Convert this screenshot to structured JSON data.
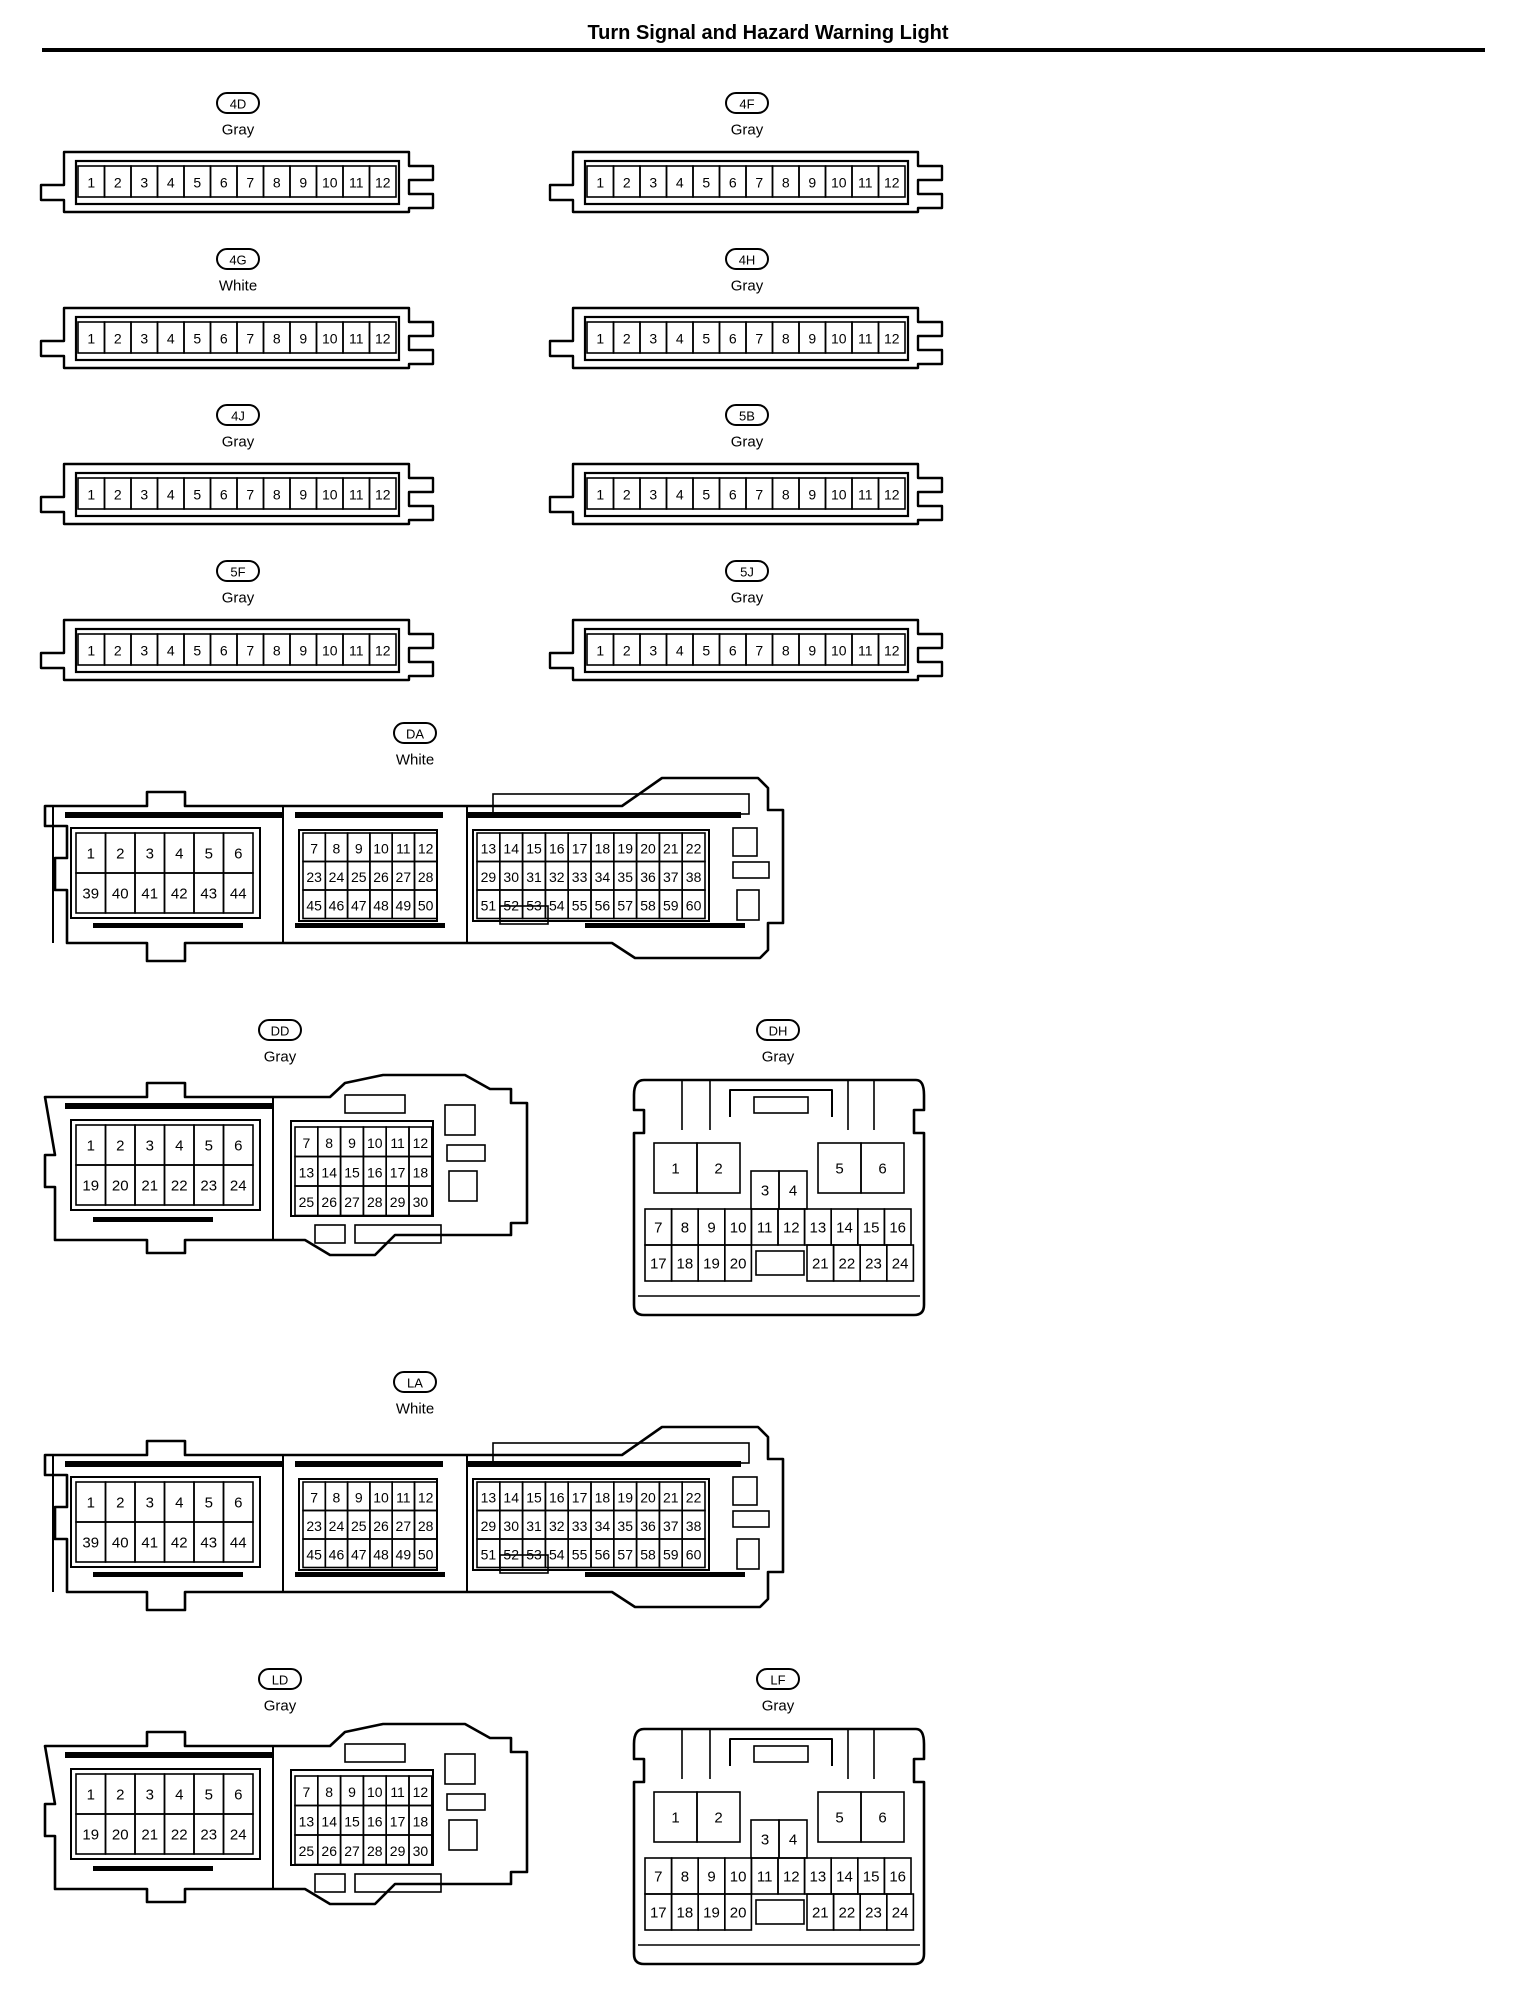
{
  "page": {
    "title": "Turn Signal and Hazard Warning Light"
  },
  "colors": {
    "line": "#000000",
    "background": "#ffffff"
  },
  "connectors": [
    {
      "id": "4D",
      "color": "Gray",
      "type": "strip12",
      "pins": [
        "1",
        "2",
        "3",
        "4",
        "5",
        "6",
        "7",
        "8",
        "9",
        "10",
        "11",
        "12"
      ]
    },
    {
      "id": "4F",
      "color": "Gray",
      "type": "strip12",
      "pins": [
        "1",
        "2",
        "3",
        "4",
        "5",
        "6",
        "7",
        "8",
        "9",
        "10",
        "11",
        "12"
      ]
    },
    {
      "id": "4G",
      "color": "White",
      "type": "strip12",
      "pins": [
        "1",
        "2",
        "3",
        "4",
        "5",
        "6",
        "7",
        "8",
        "9",
        "10",
        "11",
        "12"
      ]
    },
    {
      "id": "4H",
      "color": "Gray",
      "type": "strip12",
      "pins": [
        "1",
        "2",
        "3",
        "4",
        "5",
        "6",
        "7",
        "8",
        "9",
        "10",
        "11",
        "12"
      ]
    },
    {
      "id": "4J",
      "color": "Gray",
      "type": "strip12",
      "pins": [
        "1",
        "2",
        "3",
        "4",
        "5",
        "6",
        "7",
        "8",
        "9",
        "10",
        "11",
        "12"
      ]
    },
    {
      "id": "5B",
      "color": "Gray",
      "type": "strip12",
      "pins": [
        "1",
        "2",
        "3",
        "4",
        "5",
        "6",
        "7",
        "8",
        "9",
        "10",
        "11",
        "12"
      ]
    },
    {
      "id": "5F",
      "color": "Gray",
      "type": "strip12",
      "pins": [
        "1",
        "2",
        "3",
        "4",
        "5",
        "6",
        "7",
        "8",
        "9",
        "10",
        "11",
        "12"
      ]
    },
    {
      "id": "5J",
      "color": "Gray",
      "type": "strip12",
      "pins": [
        "1",
        "2",
        "3",
        "4",
        "5",
        "6",
        "7",
        "8",
        "9",
        "10",
        "11",
        "12"
      ]
    },
    {
      "id": "DA",
      "color": "White",
      "type": "ecu60",
      "groups": [
        [
          [
            "1",
            "2",
            "3",
            "4",
            "5",
            "6"
          ],
          [
            "39",
            "40",
            "41",
            "42",
            "43",
            "44"
          ]
        ],
        [
          [
            "7",
            "8",
            "9",
            "10",
            "11",
            "12"
          ],
          [
            "23",
            "24",
            "25",
            "26",
            "27",
            "28"
          ],
          [
            "45",
            "46",
            "47",
            "48",
            "49",
            "50"
          ]
        ],
        [
          [
            "13",
            "14",
            "15",
            "16",
            "17",
            "18",
            "19",
            "20",
            "21",
            "22"
          ],
          [
            "29",
            "30",
            "31",
            "32",
            "33",
            "34",
            "35",
            "36",
            "37",
            "38"
          ],
          [
            "51",
            "52",
            "53",
            "54",
            "55",
            "56",
            "57",
            "58",
            "59",
            "60"
          ]
        ]
      ]
    },
    {
      "id": "DD",
      "color": "Gray",
      "type": "ecu30",
      "groups": [
        [
          [
            "1",
            "2",
            "3",
            "4",
            "5",
            "6"
          ],
          [
            "19",
            "20",
            "21",
            "22",
            "23",
            "24"
          ]
        ],
        [
          [
            "7",
            "8",
            "9",
            "10",
            "11",
            "12"
          ],
          [
            "13",
            "14",
            "15",
            "16",
            "17",
            "18"
          ],
          [
            "25",
            "26",
            "27",
            "28",
            "29",
            "30"
          ]
        ]
      ]
    },
    {
      "id": "DH",
      "color": "Gray",
      "type": "junction24",
      "top_pins": [
        "1",
        "2",
        "5",
        "6"
      ],
      "mid_pins": [
        "3",
        "4"
      ],
      "row1": [
        "7",
        "8",
        "9",
        "10",
        "11",
        "12",
        "13",
        "14",
        "15",
        "16"
      ],
      "row2_left": [
        "17",
        "18",
        "19",
        "20"
      ],
      "row2_right": [
        "21",
        "22",
        "23",
        "24"
      ]
    },
    {
      "id": "LA",
      "color": "White",
      "type": "ecu60",
      "groups": [
        [
          [
            "1",
            "2",
            "3",
            "4",
            "5",
            "6"
          ],
          [
            "39",
            "40",
            "41",
            "42",
            "43",
            "44"
          ]
        ],
        [
          [
            "7",
            "8",
            "9",
            "10",
            "11",
            "12"
          ],
          [
            "23",
            "24",
            "25",
            "26",
            "27",
            "28"
          ],
          [
            "45",
            "46",
            "47",
            "48",
            "49",
            "50"
          ]
        ],
        [
          [
            "13",
            "14",
            "15",
            "16",
            "17",
            "18",
            "19",
            "20",
            "21",
            "22"
          ],
          [
            "29",
            "30",
            "31",
            "32",
            "33",
            "34",
            "35",
            "36",
            "37",
            "38"
          ],
          [
            "51",
            "52",
            "53",
            "54",
            "55",
            "56",
            "57",
            "58",
            "59",
            "60"
          ]
        ]
      ]
    },
    {
      "id": "LD",
      "color": "Gray",
      "type": "ecu30",
      "groups": [
        [
          [
            "1",
            "2",
            "3",
            "4",
            "5",
            "6"
          ],
          [
            "19",
            "20",
            "21",
            "22",
            "23",
            "24"
          ]
        ],
        [
          [
            "7",
            "8",
            "9",
            "10",
            "11",
            "12"
          ],
          [
            "13",
            "14",
            "15",
            "16",
            "17",
            "18"
          ],
          [
            "25",
            "26",
            "27",
            "28",
            "29",
            "30"
          ]
        ]
      ]
    },
    {
      "id": "LF",
      "color": "Gray",
      "type": "junction24",
      "top_pins": [
        "1",
        "2",
        "5",
        "6"
      ],
      "mid_pins": [
        "3",
        "4"
      ],
      "row1": [
        "7",
        "8",
        "9",
        "10",
        "11",
        "12",
        "13",
        "14",
        "15",
        "16"
      ],
      "row2_left": [
        "17",
        "18",
        "19",
        "20"
      ],
      "row2_right": [
        "21",
        "22",
        "23",
        "24"
      ]
    }
  ]
}
